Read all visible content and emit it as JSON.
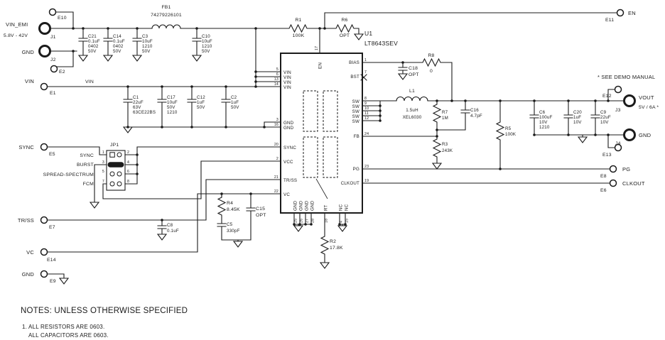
{
  "annotations": {
    "star_note": "* SEE DEMO MANUAL"
  },
  "notes": {
    "title": "NOTES:  UNLESS OTHERWISE SPECIFIED",
    "n1": "1. ALL RESISTORS ARE 0603.",
    "n2": "ALL CAPACITORS ARE 0603."
  },
  "ic": {
    "ref": "U1",
    "part": "LT8643SEV",
    "top_pin": {
      "num": "17",
      "name": "EN"
    },
    "left_pins": [
      {
        "num": "5",
        "name": "VIN"
      },
      {
        "num": "6",
        "name": "VIN"
      },
      {
        "num": "13",
        "name": "VIN"
      },
      {
        "num": "14",
        "name": "VIN"
      },
      {
        "num": "3",
        "name": "GND"
      },
      {
        "num": "16",
        "name": "GND"
      },
      {
        "num": "20",
        "name": "SYNC"
      },
      {
        "num": "2",
        "name": "VCC"
      },
      {
        "num": "21",
        "name": "TR/SS"
      },
      {
        "num": "22",
        "name": "VC"
      }
    ],
    "right_pins": [
      {
        "num": "1",
        "name": "BIAS"
      },
      {
        "num": "7",
        "name": "BST"
      },
      {
        "num": "8",
        "name": "SW"
      },
      {
        "num": "9",
        "name": "SW"
      },
      {
        "num": "10",
        "name": "SW"
      },
      {
        "num": "11",
        "name": "SW"
      },
      {
        "num": "12",
        "name": "SW"
      },
      {
        "num": "24",
        "name": "FB"
      },
      {
        "num": "23",
        "name": "PG"
      },
      {
        "num": "19",
        "name": "CLKOUT"
      }
    ],
    "bottom_pins": [
      {
        "num": "25",
        "name": "GND"
      },
      {
        "num": "26",
        "name": "GND"
      },
      {
        "num": "27",
        "name": "GND"
      },
      {
        "num": "28",
        "name": "GND"
      },
      {
        "num": "18",
        "name": "RT"
      },
      {
        "num": "4",
        "name": "NC"
      },
      {
        "num": "15",
        "name": "NC"
      }
    ]
  },
  "jumper": {
    "ref": "JP1",
    "rows": [
      {
        "label": "SYNC",
        "left": "1",
        "right": "2"
      },
      {
        "label": "BURST",
        "left": "3",
        "right": "4"
      },
      {
        "label": "SPREAD-SPECTRUM",
        "left": "5",
        "right": "6"
      },
      {
        "label": "FCM",
        "left": "7",
        "right": "8"
      }
    ]
  },
  "terminals": {
    "j1": {
      "label": "VIN_EMI",
      "range": "5.8V - 42V",
      "ref": "J1"
    },
    "j2": {
      "label": "GND",
      "ref": "J2"
    },
    "e10": {
      "ref": "E10"
    },
    "e2": {
      "ref": "E2"
    },
    "e1": {
      "label": "VIN",
      "ref": "E1",
      "net": "VIN"
    },
    "e5": {
      "label": "SYNC",
      "ref": "E5"
    },
    "e7": {
      "label": "TR/SS",
      "ref": "E7"
    },
    "e14": {
      "label": "VC",
      "ref": "E14"
    },
    "e9": {
      "label": "GND",
      "ref": "E9"
    },
    "e11": {
      "label": "EN",
      "ref": "E11"
    },
    "e12": {
      "ref": "E12"
    },
    "e13": {
      "ref": "E13"
    },
    "e8": {
      "label": "PG",
      "ref": "E8"
    },
    "e6": {
      "label": "CLKOUT",
      "ref": "E6"
    },
    "j3": {
      "label": "VOUT",
      "spec": "5V / 6A *",
      "ref": "J3"
    },
    "j4": {
      "label": "GND",
      "ref": "J4"
    }
  },
  "components": {
    "fb1": {
      "ref": "FB1",
      "value": "74279226101"
    },
    "l1": {
      "ref": "L1",
      "value": "1.5uH",
      "part": "XEL6030"
    },
    "r1": {
      "ref": "R1",
      "value": "100K"
    },
    "r2": {
      "ref": "R2",
      "value": "17.8K"
    },
    "r3": {
      "ref": "R3",
      "value": "243K"
    },
    "r4": {
      "ref": "R4",
      "value": "8.45K"
    },
    "r5": {
      "ref": "R5",
      "value": "100K"
    },
    "r6": {
      "ref": "R6",
      "value": "OPT"
    },
    "r7": {
      "ref": "R7",
      "value": "1M"
    },
    "r8": {
      "ref": "R8",
      "value": "0"
    },
    "c1": {
      "lines": [
        "C1",
        "22uF",
        "63V",
        "63CE22BS"
      ]
    },
    "c2": {
      "lines": [
        "C2",
        "1uF",
        "50V"
      ]
    },
    "c3": {
      "lines": [
        "C3",
        "10uF",
        "1210",
        "50V"
      ]
    },
    "c5": {
      "lines": [
        "C5",
        "330pF"
      ]
    },
    "c6": {
      "lines": [
        "C6",
        "100uF",
        "10V",
        "1210"
      ]
    },
    "c8": {
      "lines": [
        "C8",
        "0.1uF"
      ]
    },
    "c9": {
      "lines": [
        "C9",
        "22uF",
        "10V"
      ]
    },
    "c10": {
      "lines": [
        "C10",
        "10uF",
        "1210",
        "50V"
      ]
    },
    "c12": {
      "lines": [
        "C12",
        "1uF",
        "50V"
      ]
    },
    "c14": {
      "lines": [
        "C14",
        "0.1uF",
        "0402",
        "50V"
      ]
    },
    "c15": {
      "lines": [
        "C15",
        "OPT"
      ]
    },
    "c16": {
      "lines": [
        "C16",
        "4.7pF"
      ]
    },
    "c17": {
      "lines": [
        "C17",
        "10uF",
        "50V",
        "1210"
      ]
    },
    "c18": {
      "lines": [
        "C18",
        "OPT"
      ]
    },
    "c20": {
      "lines": [
        "C20",
        "1uF",
        "10V"
      ]
    },
    "c21": {
      "lines": [
        "C21",
        "0.1uF",
        "0402",
        "50V"
      ]
    }
  }
}
